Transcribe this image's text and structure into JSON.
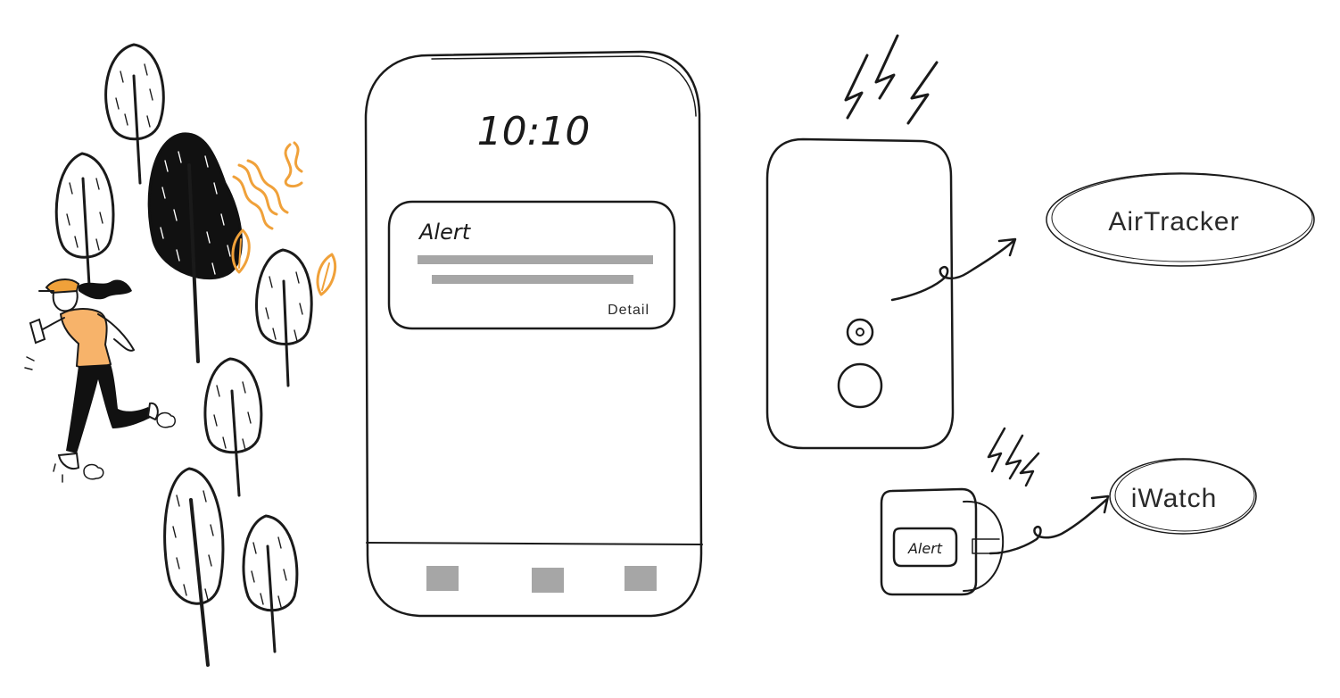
{
  "phone": {
    "time": "10:10",
    "notification": {
      "title": "Alert",
      "action": "Detail"
    },
    "dock_icon_color": "#a6a6a6"
  },
  "tracker_device": {
    "label": "AirTracker"
  },
  "watch_device": {
    "screen_text": "Alert",
    "label": "iWatch"
  },
  "colors": {
    "ink": "#1a1a1a",
    "accent": "#f0a13a",
    "placeholder_gray": "#a6a6a6"
  },
  "icons": [
    "tree-icon",
    "leaf-icon",
    "lightning-icon",
    "runner-figure"
  ]
}
